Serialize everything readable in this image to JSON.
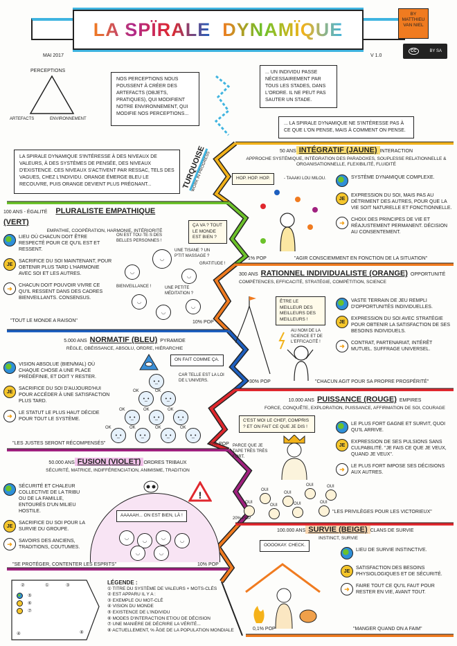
{
  "header": {
    "title_part1": "LA SPÏRALE",
    "title_part2": "DYNAMÏQUE",
    "date": "MAI 2017",
    "version": "V 1.0",
    "author_by": "BY",
    "author": "MATTHIEU VAN NIEL",
    "license": "CC",
    "license_terms": "BY SA"
  },
  "intro": {
    "triangle": {
      "top": "PERCEPTIONS",
      "left": "ARTEFACTS",
      "right": "ENVIRONNEMENT"
    },
    "box_perceptions": "NOS PERCEPTIONS NOUS POUSSENT À CRÉER DES ARTEFACTS (OBJETS, PRATIQUES), QUI MODIFIENT NOTRE ENVIRONNEMENT, QUI MODIFIE NOS PERCEPTIONS...",
    "box_stades": "... UN INDIVIDU PASSE NÉCESSAIREMENT PAR TOUS LES STADES, DANS L'ORDRE. IL NE PEUT PAS SAUTER UN STADE.",
    "box_comment": "... LA SPIRALE DYNAMIQUE NE S'INTÉRESSE PAS À CE QUE L'ON PENSE, MAIS À COMMENT ON PENSE.",
    "box_niveaux": "LA SPIRALE DYNAMIQUE S'INTÉRESSE À DES NIVEAUX DE VALEURS, À DES SYSTÈMES DE PENSÉE, DES NIVEAUX D'EXISTENCE. CES NIVEAUX S'ACTIVENT PAR RESSAC, TELS DES VAGUES, CHEZ L'INDIVIDU. ORANGE ÉMERGE BLEU LE RECOUVRE, PUIS ORANGE DEVIENT PLUS PRÉGNANT...",
    "turquoise": "TURQUOISE",
    "wip": "WORK IN PROGRESS"
  },
  "sections": {
    "yellow": {
      "color": "#f2b21a",
      "age": "50 ANS",
      "title": "INTÉGRATIF (JAUNE)",
      "extra": "INTERACTION",
      "keywords": "APPROCHE SYSTÉMIQUE, INTÉGRATION DES PARADOXES, SOUPLESSE RELATIONNELLE & ORGANISATIONNELLE, FLEXIBILITÉ, FLUIDITÉ",
      "world": "SYSTÈME DYNAMIQUE COMPLEXE.",
      "self": "EXPRESSION DU SOI, MAIS PAS AU DÉTRIMENT DES AUTRES, POUR QUE LA VIE SOIT NATURELLE ET FONCTIONNELLE.",
      "decision": "CHOIX DES PRINCIPES DE VIE ET RÉAJUSTEMENT PERMANENT. DÉCISION AU CONSENTEMENT.",
      "quote": "\"AGIR CONSCIEMMENT EN FONCTION DE LA SITUATION\"",
      "pop": "1% POP",
      "bubble": "HOP. HOP. HOP.",
      "aside": "- TAAAKI LOU MILOU."
    },
    "green": {
      "color": "#6cc22a",
      "age": "100 ANS - ÉGALITÉ",
      "title": "PLURALISTE EMPATHIQUE (VERT)",
      "keywords": "EMPATHIE, COOPÉRATION, HARMONIE, INTÉRIORITÉ",
      "world": "LIEU OÙ CHACUN DOIT ÊTRE RESPECTÉ POUR CE QU'IL EST ET RESSENT.",
      "self": "SACRIFICE DU SOI MAINTENANT, POUR OBTENIR PLUS TARD L'HARMONIE AVEC SOI ET LES AUTRES.",
      "decision": "CHACUN DOIT POUVOIR VIVRE CE QU'IL RESSENT DANS DES CADRES BIENVEILLANTS. CONSENSUS.",
      "quote": "\"TOUT LE MONDE A RAISON\"",
      "pop": "10% POP",
      "bubbles": [
        "ÇA VA ? TOUT LE MONDE EST BIEN ?",
        "ON EST TOU·TE·S DES BELLES PERSONNES !",
        "UNE TISANE ? UN P'TIT MASSAGE ?",
        "GRATITUDE !",
        "BIENVEILLANCE !",
        "UNE PETITE MÉDITATION ?"
      ]
    },
    "orange": {
      "color": "#f07b20",
      "age": "300 ANS",
      "title": "RATIONNEL INDIVIDUALISTE (ORANGE)",
      "extra": "OPPORTUNITÉ",
      "keywords": "COMPÉTENCES, EFFICACITÉ, STRATÉGIE, COMPÉTITION, SCIENCE",
      "world": "VASTE TERRAIN DE JEU REMPLI D'OPPORTUNITÉS INDIVIDUELLES.",
      "self": "EXPRESSION DU SOI AVEC STRATÉGIE POUR OBTENIR LA SATISFACTION DE SES BESOINS INDIVIDUELS.",
      "decision": "CONTRAT, PARTENARIAT, INTÉRÊT MUTUEL. SUFFRAGE UNIVERSEL.",
      "quote": "\"CHACUN AGIT POUR SA PROPRE PROSPÉRITÉ\"",
      "pop": "30% POP",
      "bubbles": [
        "ÊTRE LE MEILLEUR DES MEILLEURS DES MEILLEURS !",
        "AU NOM DE LA SCIENCE ET DE L'EFFICACITÉ !"
      ]
    },
    "blue": {
      "color": "#1e5fbf",
      "age": "5.000 ANS",
      "title": "NORMATIF (BLEU)",
      "extra": "PYRAMIDE",
      "keywords": "RÈGLE, OBÉISSANCE, ABSOLU, ORDRE, HIÉRARCHIE",
      "world": "VISION ABSOLUE (BIEN/MAL) OÙ CHAQUE CHOSE A UNE PLACE PRÉDÉFINIE, ET DOIT Y RESTER.",
      "self": "SACRIFICE DU SOI D'AUJOURD'HUI POUR ACCÉDER À UNE SATISFACTION PLUS TARD.",
      "decision": "LE STATUT LE PLUS HAUT DÉCIDE POUR TOUT LE SYSTÈME.",
      "quote": "\"LES JUSTES SERONT RÉCOMPENSÉS\"",
      "pop": "40% POP",
      "bubbles": [
        "ON FAIT COMME ÇA.",
        "CAR TELLE EST LA LOI DE L'UNIVERS."
      ],
      "ok": "OK"
    },
    "red": {
      "color": "#e0282e",
      "age": "10.000 ANS",
      "title": "PUISSANCE (ROUGE)",
      "extra": "EMPIRES",
      "keywords": "FORCE, CONQUÊTE, EXPLORATION, PUISSANCE, AFFIRMATION DE SOI, COURAGE",
      "world": "LE PLUS FORT GAGNE ET SURVIT, QUOI QU'IL ARRIVE.",
      "self": "EXPRESSION DE SES PULSIONS SANS CULPABILITÉ. \"JE FAIS CE QUE JE VEUX, QUAND JE VEUX\".",
      "decision": "LE PLUS FORT IMPOSE SES DÉCISIONS AUX AUTRES.",
      "quote": "\"LES PRIVILÈGES POUR LES VICTORIEUX\"",
      "pop": "20% POP",
      "bubbles": [
        "C'EST MOI LE CHEF, COMPRIS ? ET ON FAIT CE QUE JE DIS !",
        "PARCE QUE JE TAPE TRÈS TRÈS FORT."
      ],
      "oui": "OUI"
    },
    "violet": {
      "color": "#a0217f",
      "age": "50.000 ANS",
      "title": "FUSION (VIOLET)",
      "extra": "ORDRES TRIBAUX",
      "keywords": "SÉCURITÉ, MATRICE, INDIFFÉRENCIATION, ANIMISME, TRADITION",
      "world": "SÉCURITÉ ET CHALEUR COLLECTIVE DE LA TRIBU OU DE LA FAMILLE, ENTOURÉS D'UN MILIEU HOSTILE.",
      "self": "SACRIFICE DU SOI POUR LA SURVIE DU GROUPE.",
      "decision": "SAVOIRS DES ANCIENS, TRADITIONS, COUTUMES.",
      "quote": "\"SE PROTÉGER, CONTENTER LES ESPRITS\"",
      "pop": "10% POP",
      "bubble": "AAAAAH... ON EST BIEN, LÀ !"
    },
    "beige": {
      "color": "#f07b20",
      "age": "100.000 ANS",
      "title": "SURVIE (BEIGE)",
      "extra": "CLANS DE SURVIE",
      "keywords": "INSTINCT, SURVIE",
      "world": "LIEU DE SURVIE INSTINCTIVE.",
      "self": "SATISFACTION DES BESOINS PHYSIOLOGIQUES ET DE SÉCURITÉ.",
      "decision": "FAIRE TOUT CE QU'IL FAUT POUR RESTER EN VIE, AVANT TOUT.",
      "quote": "\"MANGER QUAND ON A FAIM\"",
      "pop": "0,1% POP",
      "bubble": "OOOOKAY. CHECK."
    }
  },
  "icons": {
    "je": "JE",
    "arrow": "➜"
  },
  "legend": {
    "title": "LÉGENDE :",
    "items": [
      "① TITRE DU SYSTÈME DE VALEURS + MOTS-CLÉS",
      "② EST APPARU IL Y A :",
      "③ EXEMPLE OU MOT-CLÉ",
      "④ VISION DU MONDE",
      "⑤ EXISTENCE DE L'INDIVIDU",
      "⑥ MODES D'INTERACTION ET/OU DE DÉCISION",
      "⑦ UNE MANIÈRE DE DÉCRIRE LA VÉRITÉ...",
      "⑧ ACTUELLEMENT, % ÂGE DE LA POPULATION MONDIALE"
    ],
    "marks": [
      "②",
      "①",
      "③",
      "⑤",
      "⑥",
      "⑦",
      "④",
      "⑧"
    ]
  }
}
